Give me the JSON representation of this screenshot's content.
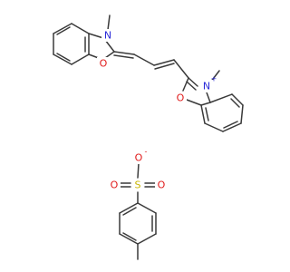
{
  "colors": {
    "bond": "#3a3a3a",
    "nitrogen": "#2a2ad8",
    "oxygen": "#e01a1a",
    "sulfur": "#c8b400"
  },
  "labels": {
    "n_top": "N",
    "o_top": "O",
    "n_bottom": "N",
    "n_bottom_charge": "+",
    "o_bottom": "O",
    "o_sulfonate_minus": "O",
    "o_sulfonate_minus_charge": "-",
    "o_sulfonate_left": "O",
    "o_sulfonate_right": "O",
    "s_sulfonate": "S"
  }
}
